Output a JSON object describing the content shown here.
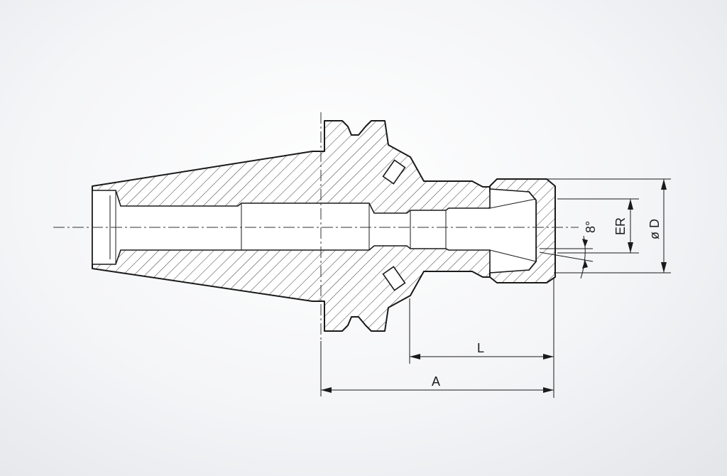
{
  "dimensions": {
    "length_L": "L",
    "length_A": "A",
    "collet_ER": "ER",
    "diameter_D": "ø D",
    "angle": "8°"
  }
}
